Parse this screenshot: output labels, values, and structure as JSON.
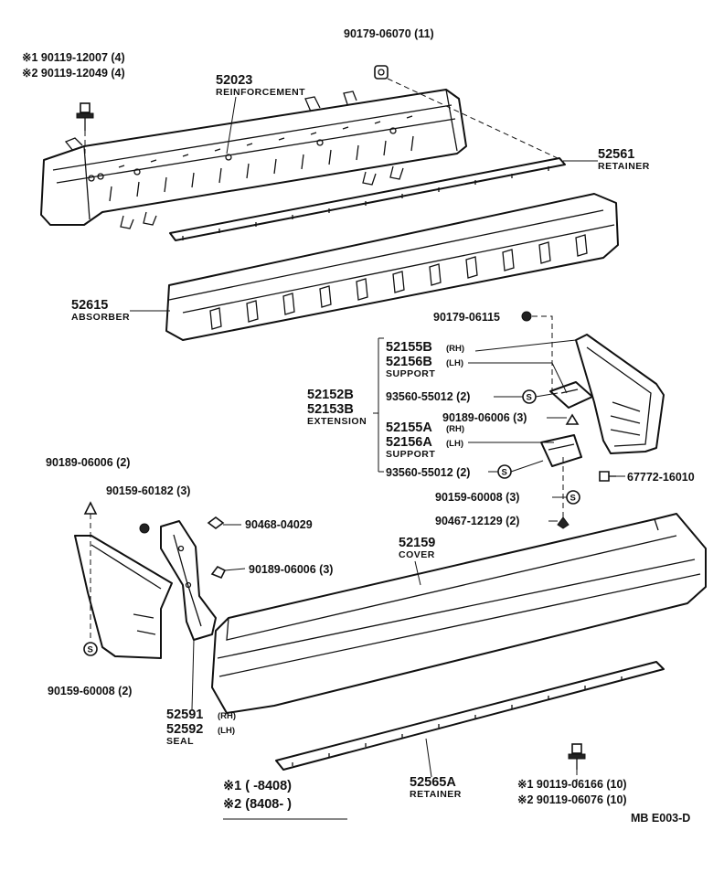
{
  "parts": {
    "reinforcement": {
      "number": "52023",
      "name": "REINFORCEMENT"
    },
    "retainer_upper": {
      "number": "52561",
      "name": "RETAINER"
    },
    "absorber": {
      "number": "52615",
      "name": "ABSORBER"
    },
    "support_b_rh": {
      "number": "52155B",
      "side": "(RH)"
    },
    "support_b_lh": {
      "number": "52156B",
      "side": "(LH)"
    },
    "support_b_name": "SUPPORT",
    "extension_1": "52152B",
    "extension_2": "52153B",
    "extension_name": "EXTENSION",
    "support_a_rh": {
      "number": "52155A",
      "side": "(RH)"
    },
    "support_a_lh": {
      "number": "52156A",
      "side": "(LH)"
    },
    "support_a_name": "SUPPORT",
    "cover": {
      "number": "52159",
      "name": "COVER"
    },
    "seal_rh": {
      "number": "52591",
      "side": "(RH)"
    },
    "seal_lh": {
      "number": "52592",
      "side": "(LH)"
    },
    "seal_name": "SEAL",
    "retainer_lower": {
      "number": "52565A",
      "name": "RETAINER"
    }
  },
  "fasteners": {
    "bolt_top_1": "※1 90119-12007 (4)",
    "bolt_top_2": "※2 90119-12049 (4)",
    "nut_top": "90179-06070 (11)",
    "nut_support": "90179-06115",
    "washer_upper": "93560-55012 (2)",
    "clip_upper": "90189-06006 (3)",
    "washer_lower": "93560-55012 (2)",
    "screw_right": "67772-16010",
    "screw_mid": "90159-60008 (3)",
    "clip_small": "90467-12129 (2)",
    "clip_left": "90189-06006 (2)",
    "screw_left": "90159-60182 (3)",
    "nut_left": "90468-04029",
    "clip_mid": "90189-06006 (3)",
    "screw_bottom_left": "90159-60008 (2)",
    "bolt_bottom_1": "※1 90119-06166 (10)",
    "bolt_bottom_2": "※2 90119-06076 (10)"
  },
  "footnote": {
    "line1": "※1 (        -8408)",
    "line2": "※2 (8408-        )"
  },
  "diagram_code": "MB  E003-D",
  "washer_symbol": "S"
}
